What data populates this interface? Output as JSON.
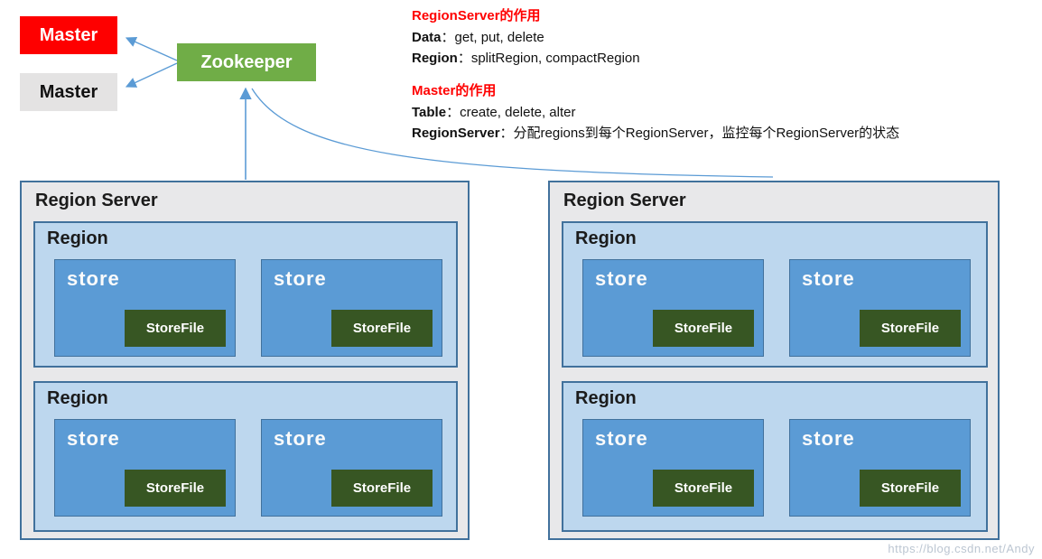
{
  "colors": {
    "master_active_bg": "#fe0000",
    "master_standby_bg": "#e4e3e3",
    "zookeeper_bg": "#70ad47",
    "server_bg": "#e8e8ea",
    "region_bg": "#bdd7ee",
    "store_bg": "#5b9bd5",
    "storefile_bg": "#375623",
    "box_border": "#41719c",
    "arrow": "#5b9bd5",
    "heading_red": "#ff0000"
  },
  "nodes": {
    "master_active": {
      "label": "Master"
    },
    "master_standby": {
      "label": "Master"
    },
    "zookeeper": {
      "label": "Zookeeper"
    }
  },
  "notes": {
    "regionserver": {
      "heading": "RegionServer的作用",
      "lines": [
        {
          "label": "Data",
          "text": "：get, put, delete"
        },
        {
          "label": "Region",
          "text": "：splitRegion, compactRegion"
        }
      ]
    },
    "master": {
      "heading": "Master的作用",
      "lines": [
        {
          "label": "Table",
          "text": "：create, delete, alter"
        },
        {
          "label": "RegionServer",
          "text": "：分配regions到每个RegionServer，监控每个RegionServer的状态"
        }
      ]
    }
  },
  "servers": [
    {
      "title": "Region Server",
      "regions": [
        {
          "title": "Region",
          "stores": [
            {
              "label": "store",
              "file": "StoreFile"
            },
            {
              "label": "store",
              "file": "StoreFile"
            }
          ]
        },
        {
          "title": "Region",
          "stores": [
            {
              "label": "store",
              "file": "StoreFile"
            },
            {
              "label": "store",
              "file": "StoreFile"
            }
          ]
        }
      ]
    },
    {
      "title": "Region Server",
      "regions": [
        {
          "title": "Region",
          "stores": [
            {
              "label": "store",
              "file": "StoreFile"
            },
            {
              "label": "store",
              "file": "StoreFile"
            }
          ]
        },
        {
          "title": "Region",
          "stores": [
            {
              "label": "store",
              "file": "StoreFile"
            },
            {
              "label": "store",
              "file": "StoreFile"
            }
          ]
        }
      ]
    }
  ],
  "watermark": "https://blog.csdn.net/Andy"
}
